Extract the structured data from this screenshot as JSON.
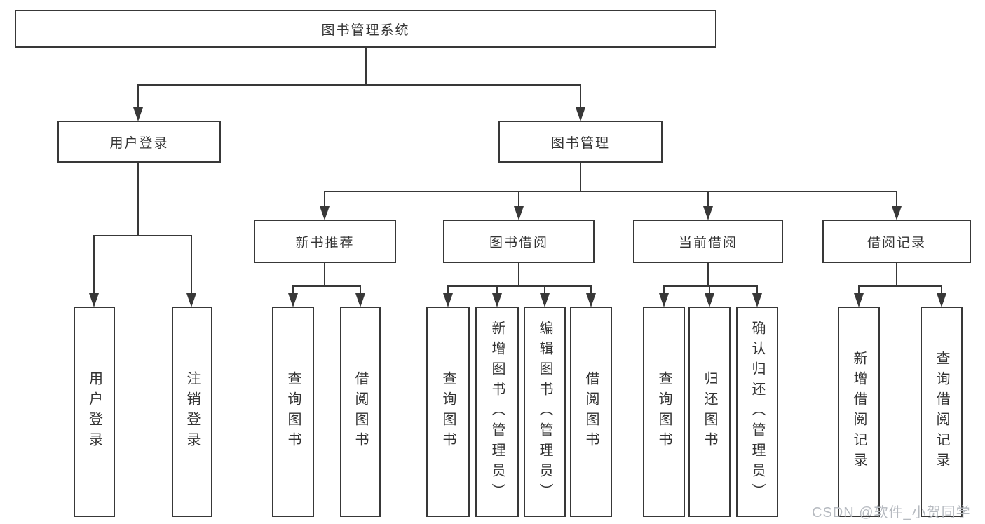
{
  "colors": {
    "line": "#383838",
    "text": "#333333",
    "box_background": "#ffffff",
    "watermark": "#b6bac0"
  },
  "diagram": {
    "root": {
      "label": "图书管理系统"
    },
    "branches": [
      {
        "label": "用户登录",
        "children": [
          "用户登录",
          "注销登录"
        ]
      },
      {
        "label": "图书管理",
        "children": [
          {
            "label": "新书推荐",
            "children": [
              "查询图书",
              "借阅图书"
            ]
          },
          {
            "label": "图书借阅",
            "children": [
              "查询图书",
              "新增图书（管理员）",
              "编辑图书（管理员）",
              "借阅图书"
            ]
          },
          {
            "label": "当前借阅",
            "children": [
              "查询图书",
              "归还图书",
              "确认归还（管理员）"
            ]
          },
          {
            "label": "借阅记录",
            "children": [
              "新增借阅记录",
              "查询借阅记录"
            ]
          }
        ]
      }
    ]
  },
  "watermark": "CSDN @软件_小贺同学"
}
